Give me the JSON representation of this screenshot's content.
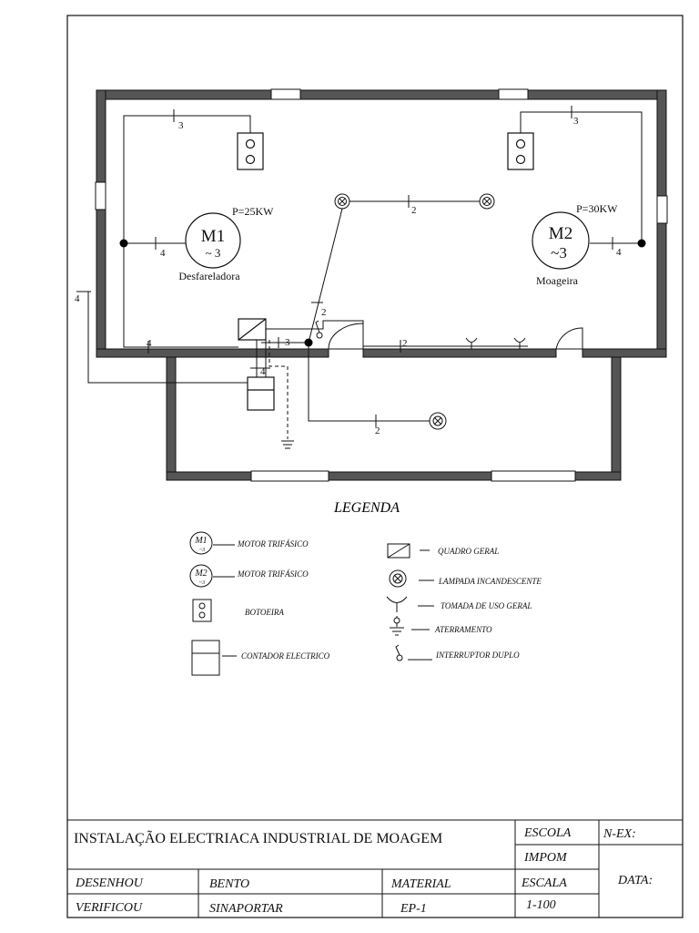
{
  "plan": {
    "motor1": {
      "name": "M1",
      "phase": "~ 3",
      "power": "P=25KW",
      "label": "Desfareladora"
    },
    "motor2": {
      "name": "M2",
      "phase": "~3",
      "power": "P=30KW",
      "label": "Moageira"
    },
    "circuit_numbers": {
      "top_left": "3",
      "top_right": "3",
      "lamp_top": "2",
      "m1_feed": "4",
      "m2_feed": "4",
      "outside_left": "4",
      "switch_drop": "2",
      "board_to_switch": "3",
      "bottom_left": "4",
      "outlets": "2",
      "board_down": "4",
      "lower_lamp": "2"
    }
  },
  "legend": {
    "title": "LEGENDA",
    "items": [
      {
        "symbol": "M1",
        "sub": "~3",
        "label": "MOTOR TRIFÁSICO"
      },
      {
        "symbol": "M2",
        "sub": "~3",
        "label": "MOTOR TRIFÁSICO"
      },
      {
        "label": "BOTOEIRA"
      },
      {
        "label": "CONTADOR ELECTRICO"
      },
      {
        "label": "QUADRO GERAL"
      },
      {
        "label": "LAMPADA INCANDESCENTE"
      },
      {
        "label": "TOMADA DE USO GERAL"
      },
      {
        "label": "ATERRAMENTO"
      },
      {
        "label": "INTERRUPTOR DUPLO"
      }
    ]
  },
  "title_block": {
    "title": "INSTALAÇÃO ELECTRIACA INDUSTRIAL DE  MOAGEM",
    "escola": "ESCOLA",
    "escola_name": "IMPOM",
    "n_ex": "N-EX:",
    "desenhou": "DESENHOU",
    "desenhou_name": "BENTO",
    "material": "MATERIAL",
    "escala": "ESCALA",
    "data": "DATA:",
    "verificou": "VERIFICOU",
    "verificou_name": "SINAPORTAR",
    "material_code": "EP-1",
    "escala_value": "1-100"
  }
}
